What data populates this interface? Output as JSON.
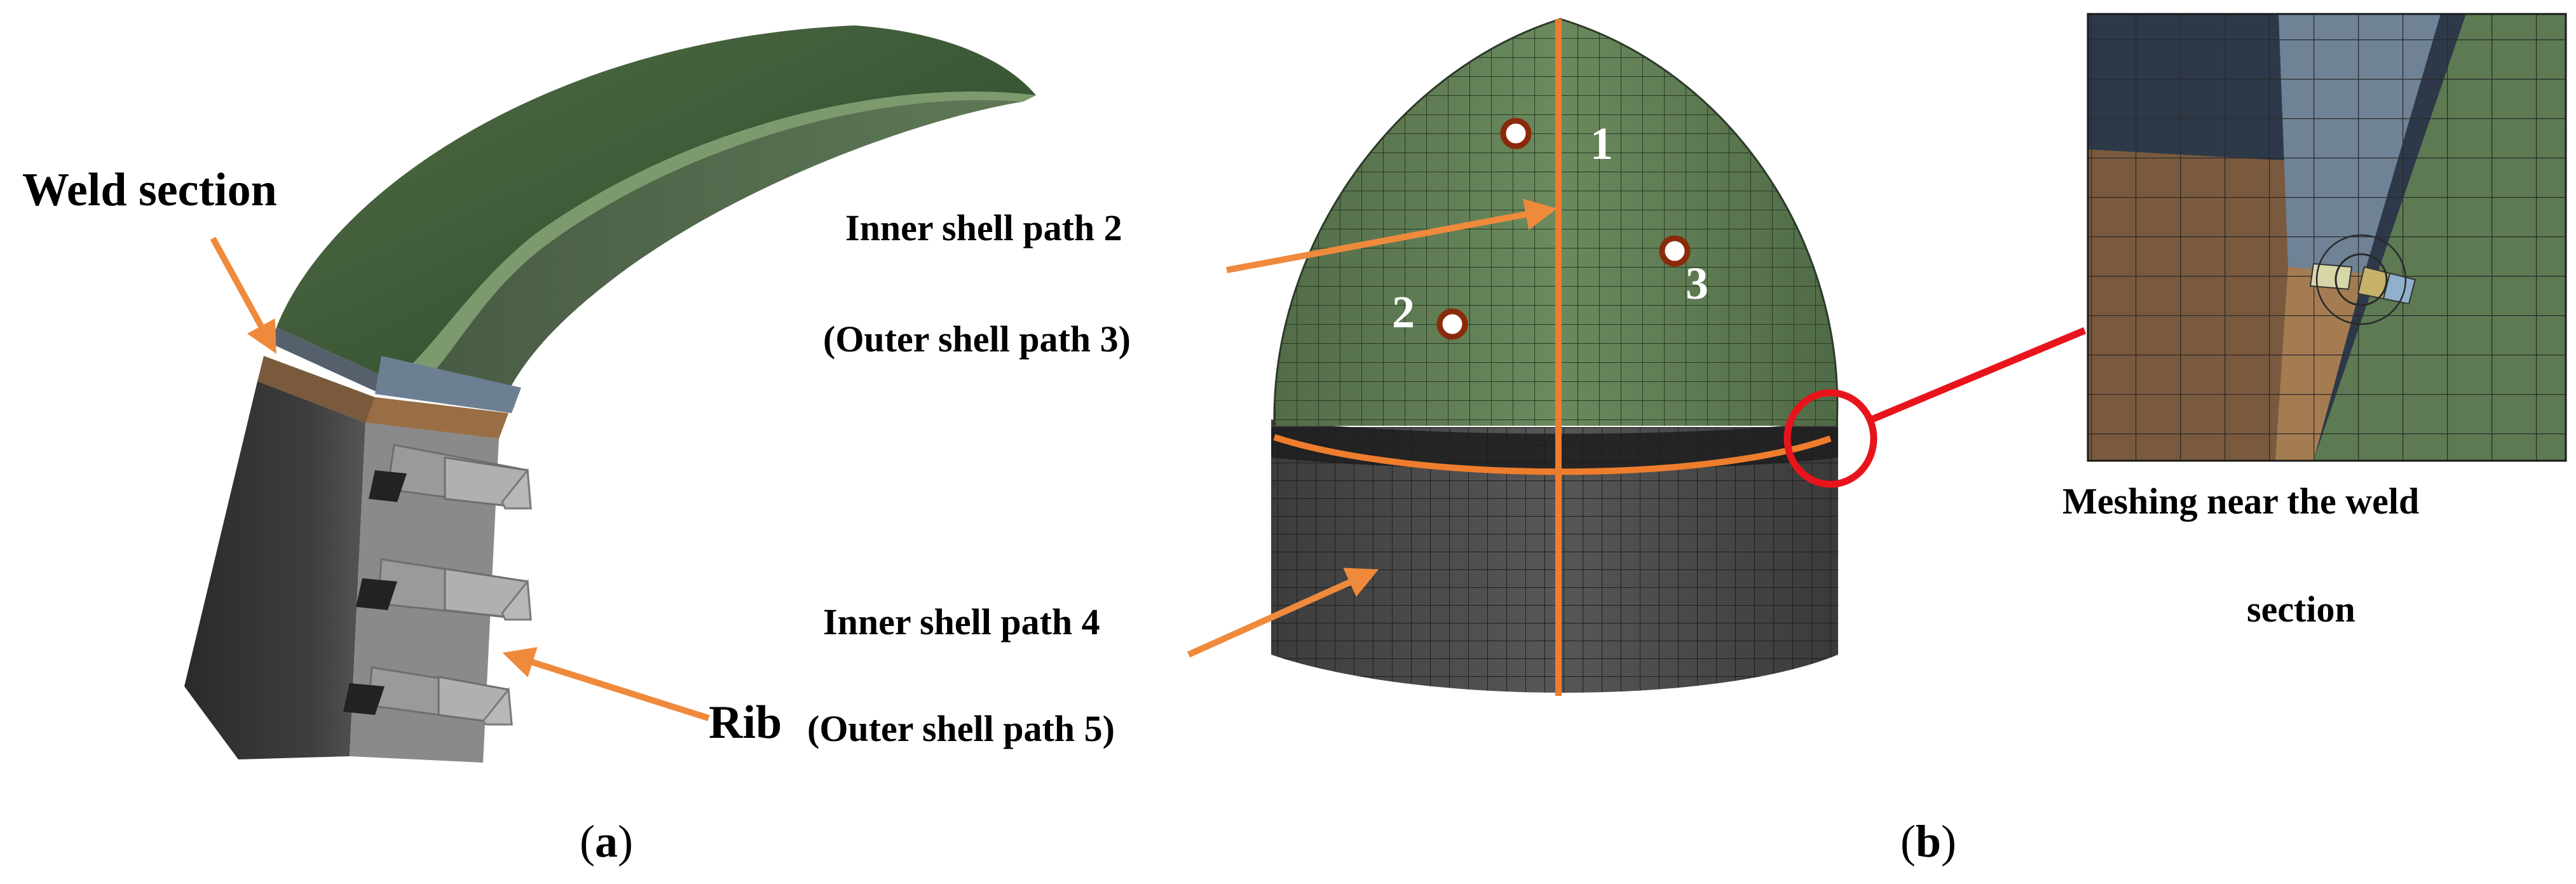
{
  "panel_a": {
    "labels": {
      "weld_section": "Weld section",
      "rib": "Rib"
    },
    "caption_open": "(",
    "caption_letter": "a",
    "caption_close": ")"
  },
  "panel_b": {
    "labels": {
      "path_2": "Inner shell path 2",
      "path_3": "(Outer shell path 3)",
      "path_4": "Inner shell path 4",
      "path_5": "(Outer shell path 5)"
    },
    "points": [
      "1",
      "2",
      "3"
    ],
    "caption_open": "(",
    "caption_letter": "b",
    "caption_close": ")"
  },
  "inset": {
    "label_line1": "Meshing near the weld",
    "label_line2": "section"
  },
  "colors": {
    "arrow": "#ef8a3c",
    "path_line": "#ee7d2e",
    "callout": "#e8141c",
    "shell_green": "#5f7a52",
    "body_grey": "#4a4a4a",
    "mesh_line": "#222222",
    "point_ring": "#8a2a0a"
  }
}
